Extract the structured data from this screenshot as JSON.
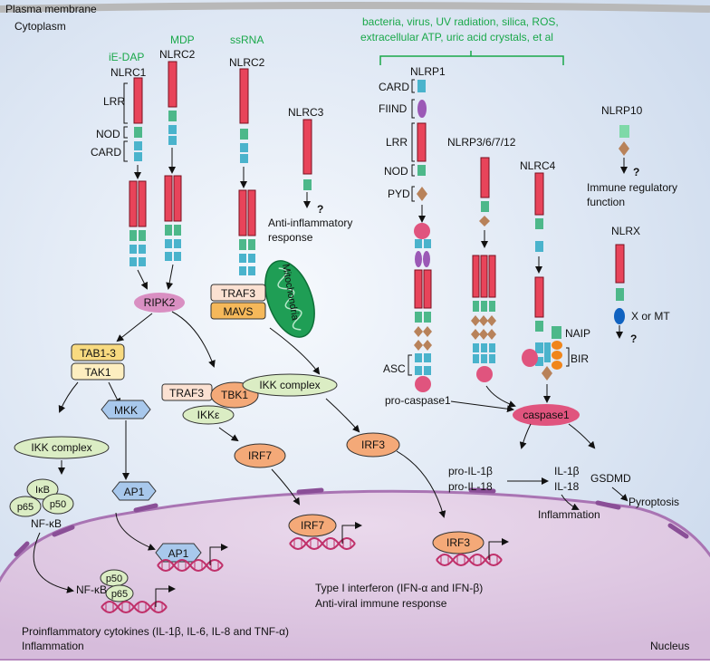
{
  "regions": {
    "plasma_membrane": "Plasma membrane",
    "cytoplasm": "Cytoplasm",
    "nucleus": "Nucleus"
  },
  "ligands": {
    "ie_dap": "iE-DAP",
    "mdp": "MDP",
    "ssrna": "ssRNA",
    "nlrp1_stimuli_line1": "bacteria, virus, UV radiation, silica, ROS,",
    "nlrp1_stimuli_line2": "extracellular ATP, uric acid crystals, et al"
  },
  "receptors": {
    "nlrc1": "NLRC1",
    "nlrc2_a": "NLRC2",
    "nlrc2_b": "NLRC2",
    "nlrc3": "NLRC3",
    "nlrp1": "NLRP1",
    "nlrp3": "NLRP3/6/7/12",
    "nlrc4": "NLRC4",
    "nlrp10": "NLRP10",
    "nlrx": "NLRX"
  },
  "domains": {
    "lrr": "LRR",
    "nod": "NOD",
    "card": "CARD",
    "card_nlrp1": "CARD",
    "fiind": "FIIND",
    "lrr_nlrp1": "LRR",
    "nod_nlrp1": "NOD",
    "pyd": "PYD",
    "asc": "ASC",
    "naip": "NAIP",
    "bir": "BIR"
  },
  "molecules": {
    "ripk2": "RIPK2",
    "tab13": "TAB1-3",
    "tak1": "TAK1",
    "traf3_mito": "TRAF3",
    "mavs": "MAVS",
    "mitochondria": "Mitochondria",
    "traf3": "TRAF3",
    "tbk1": "TBK1",
    "ikke": "IKKε",
    "ikk_complex_left": "IKK complex",
    "ikk_complex_right": "IKK complex",
    "mkk": "MKK",
    "ap1": "AP1",
    "ap1_nuc": "AP1",
    "irf7": "IRF7",
    "irf7_nuc": "IRF7",
    "irf3": "IRF3",
    "irf3_nuc": "IRF3",
    "ikb": "IκB",
    "p65": "p65",
    "p50": "p50",
    "nfkb": "NF-κB",
    "nuc_p50": "p50",
    "nuc_nfkb": "NF-κB",
    "nuc_p65": "p65",
    "pro_caspase1": "pro-caspase1",
    "caspase1": "caspase1",
    "pro_il1b": "pro-IL-1β",
    "pro_il18": "pro-IL-18",
    "il1b": "IL-1β",
    "il18": "IL-18",
    "gsdmd": "GSDMD"
  },
  "outcomes": {
    "anti_inflam_1": "Anti-inflammatory",
    "anti_inflam_2": "response",
    "nlrc3_q": "?",
    "immune_reg_1": "Immune regulatory",
    "immune_reg_2": "function",
    "nlrp10_q": "?",
    "x_or_mt": "X or MT",
    "nlrx_q": "?",
    "pyroptosis": "Pyroptosis",
    "inflammation": "Inflammation",
    "type1_ifn": "Type I interferon (IFN-α and IFN-β)",
    "anti_viral": "Anti-viral immune response",
    "proinflam": "Proinflammatory cytokines (IL-1β, IL-6, IL-8 and TNF-α)",
    "inflammation_bottom": "Inflammation"
  },
  "colors": {
    "lrr": "#e8445a",
    "nod": "#4db88a",
    "card": "#4ab3cc",
    "fiind": "#9b59b6",
    "pyd": "#b8825a",
    "ligand_green": "#1aa84a",
    "cytoplasm": "#e6eef8",
    "nucleus": "#ddc7e0"
  }
}
